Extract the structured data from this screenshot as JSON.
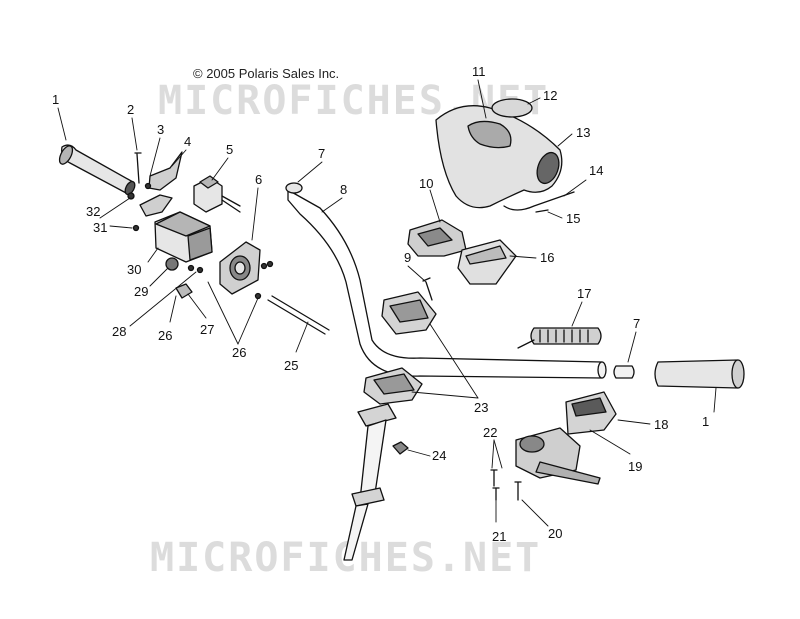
{
  "copyright": "© 2005 Polaris Sales Inc.",
  "watermark": "MICROFICHES.NET",
  "callouts": [
    "1",
    "2",
    "3",
    "4",
    "5",
    "6",
    "7",
    "8",
    "9",
    "10",
    "11",
    "12",
    "13",
    "14",
    "15",
    "16",
    "17",
    "7",
    "1",
    "18",
    "19",
    "20",
    "21",
    "22",
    "23",
    "24",
    "25",
    "26",
    "26",
    "27",
    "28",
    "29",
    "30",
    "31",
    "32"
  ],
  "colors": {
    "line": "#111111",
    "fill_light": "#e6e6e6",
    "fill_mid": "#b5b5b5",
    "fill_dark": "#555555",
    "watermark": "#dcdcdc"
  }
}
